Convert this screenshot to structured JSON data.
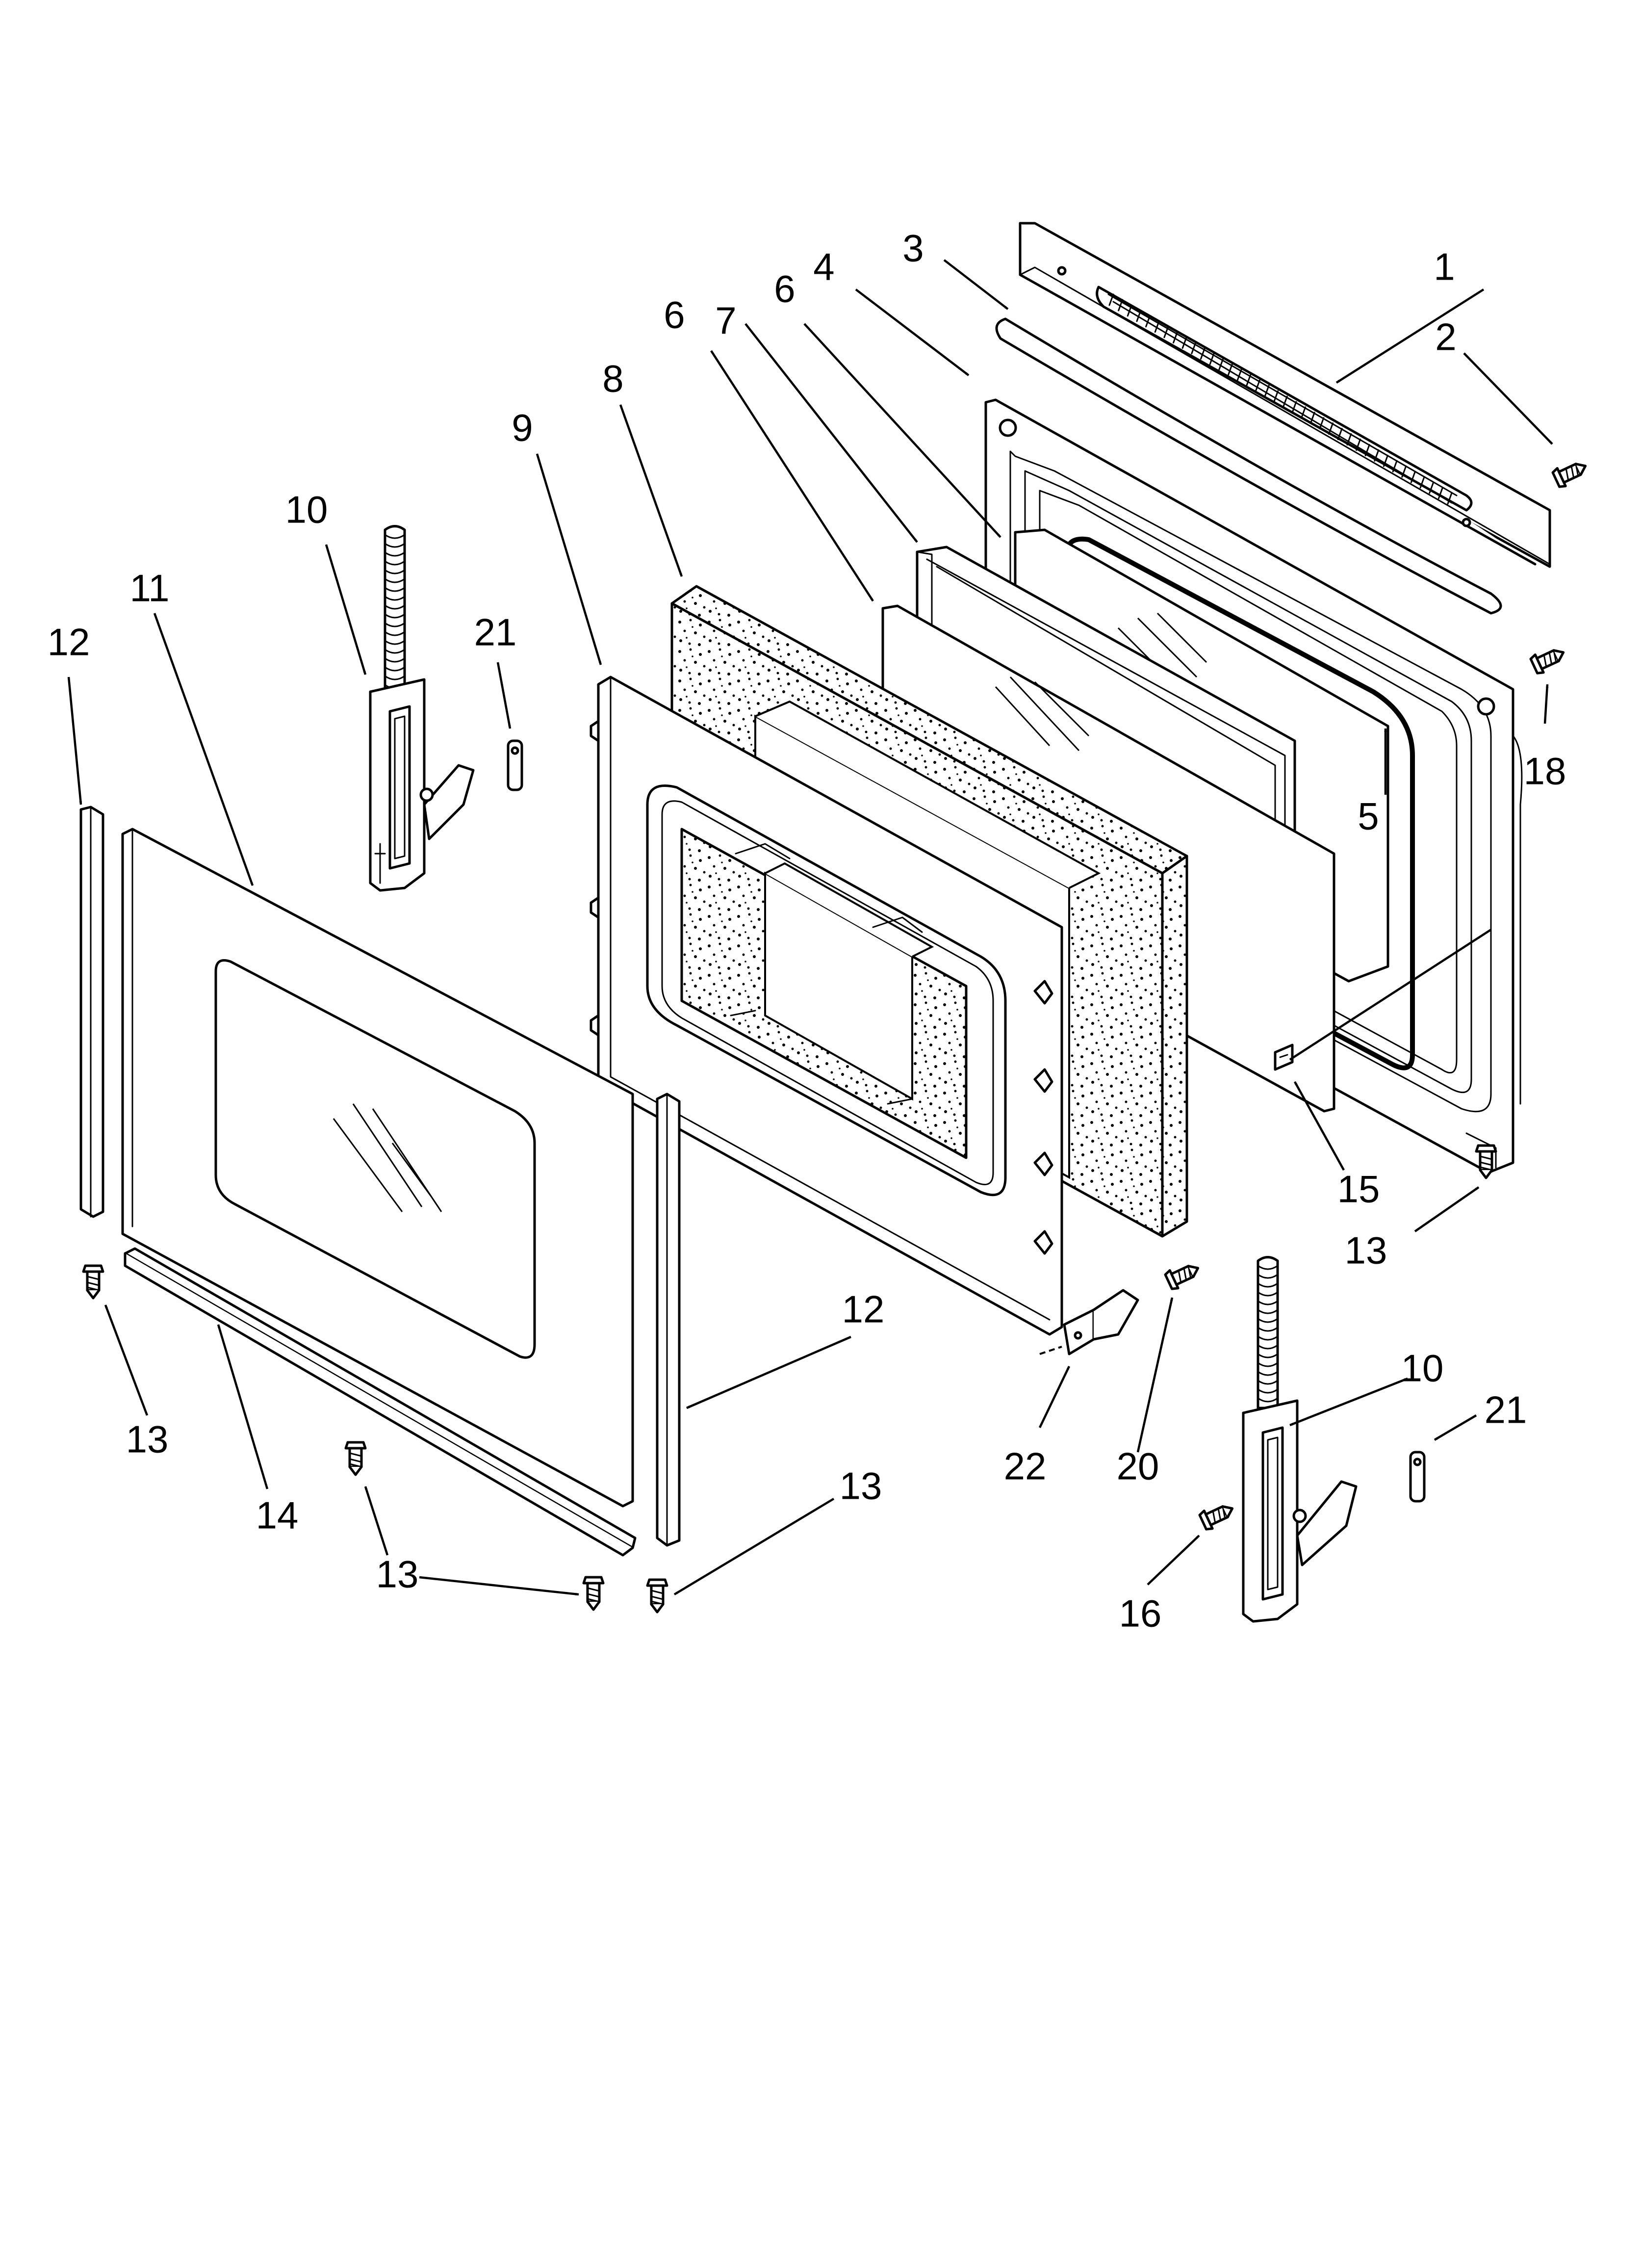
{
  "callouts": {
    "c1": "1",
    "c2": "2",
    "c3": "3",
    "c4": "4",
    "c5": "5",
    "c6a": "6",
    "c6b": "6",
    "c7": "7",
    "c8": "8",
    "c9": "9",
    "c10a": "10",
    "c10b": "10",
    "c11": "11",
    "c12a": "12",
    "c12b": "12",
    "c13a": "13",
    "c13b": "13",
    "c13c": "13",
    "c13d": "13",
    "c14": "14",
    "c15": "15",
    "c16": "16",
    "c18": "18",
    "c20": "20",
    "c21a": "21",
    "c21b": "21",
    "c22": "22"
  }
}
